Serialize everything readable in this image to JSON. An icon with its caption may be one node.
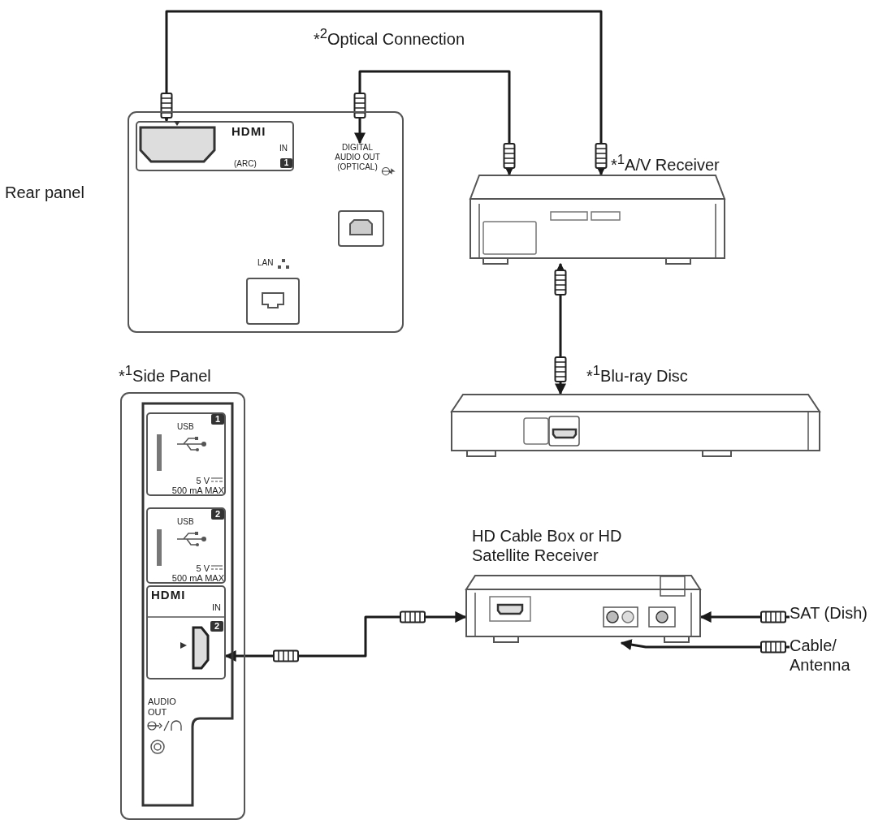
{
  "diagram": {
    "nodes": [
      {
        "text": [
          "Rear panel"
        ]
      },
      {
        "text": [
          "HDMI",
          "IN",
          "(ARC)",
          "1"
        ],
        "in": 0
      },
      {
        "text": [
          "DIGITAL AUDIO OUT (OPTICAL)"
        ],
        "in": 0
      },
      {
        "text": [
          "LAN"
        ],
        "in": 0
      },
      {
        "text": [
          "*$^{1}$A/V Receiver"
        ]
      },
      {
        "text": [
          "*$^{1}$Blu-ray Disc"
        ]
      },
      {
        "text": [
          "*$^{1}$Side Panel"
        ]
      },
      {
        "text": [
          "1",
          "USB",
          "5 V",
          "500 mA MAX"
        ],
        "in": 6
      },
      {
        "text": [
          "2",
          "USB",
          "5 V",
          "500 mA MAX"
        ],
        "in": 6
      },
      {
        "text": [
          "HDMI",
          "IN",
          "2"
        ],
        "in": 6
      },
      {
        "text": [
          "AUDIO OUT"
        ],
        "in": 6
      },
      {
        "text": [
          "HD Cable Box or HD Satellite Receiver"
        ]
      },
      {
        "text": [
          "SAT (Dish)"
        ]
      },
      {
        "text": [
          "Cable/ Antenna"
        ]
      }
    ],
    "edges": [
      {
        "from": 1,
        "to": 4,
        "arrow": "both"
      },
      {
        "from": 2,
        "to": 4,
        "arrow": "both",
        "label": "*$^{2}$Optical Connection"
      },
      {
        "from": 5,
        "to": 4,
        "arrow": "both"
      },
      {
        "from": 11,
        "to": 9,
        "arrow": "both"
      },
      {
        "from": 12,
        "to": 11,
        "arrow": "to"
      },
      {
        "from": 13,
        "to": 11,
        "arrow": "to"
      }
    ]
  }
}
